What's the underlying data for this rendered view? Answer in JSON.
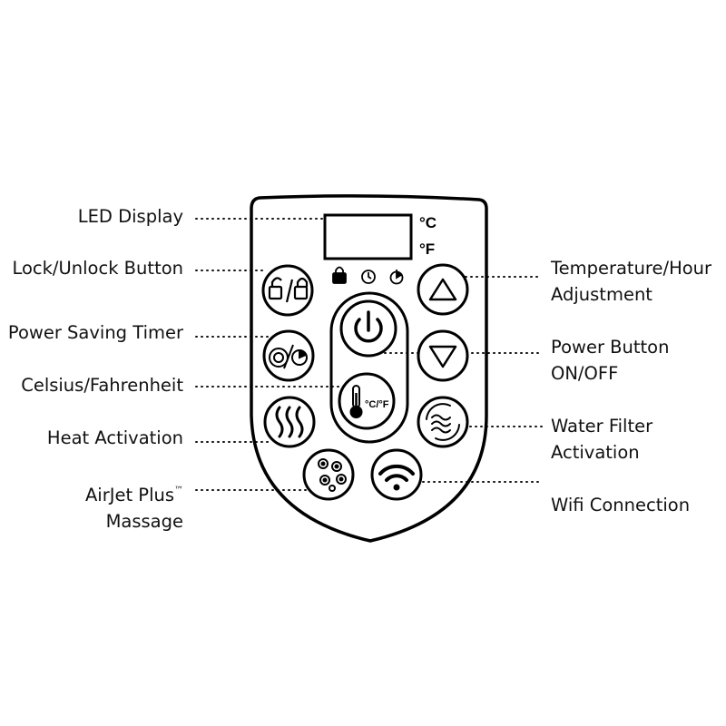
{
  "labels_left": {
    "led_display": "LED Display",
    "lock_unlock": "Lock/Unlock Button",
    "power_saving": "Power Saving Timer",
    "celsius_fahrenheit": "Celsius/Fahrenheit",
    "heat_activation": "Heat Activation",
    "airjet_line1": "AirJet Plus",
    "airjet_tm": "™",
    "airjet_line2": "Massage"
  },
  "labels_right": {
    "temp_line1": "Temperature/Hour",
    "temp_line2": "Adjustment",
    "power_line1": "Power Button",
    "power_line2": "ON/OFF",
    "filter_line1": "Water Filter",
    "filter_line2": "Activation",
    "wifi": "Wifi Connection"
  },
  "panel": {
    "unit_celsius": "°C",
    "unit_fahrenheit": "°F",
    "cf_button_text": "°C/°F"
  },
  "icons": {
    "lock_status": "lock-icon",
    "timer_status_1": "timer-icon",
    "timer_status_2": "stopwatch-icon",
    "lock_button": "lock-unlock-icon",
    "power_saving_button": "power-saving-timer-icon",
    "heat_button": "heat-waves-icon",
    "airjet_button": "airjet-bubbles-icon",
    "power_button": "power-icon",
    "cf_button": "thermometer-icon",
    "up_button": "triangle-up-icon",
    "down_button": "triangle-down-icon",
    "filter_button": "water-filter-icon",
    "wifi_button": "wifi-icon"
  },
  "colors": {
    "outline": "#000000",
    "background": "#ffffff"
  }
}
